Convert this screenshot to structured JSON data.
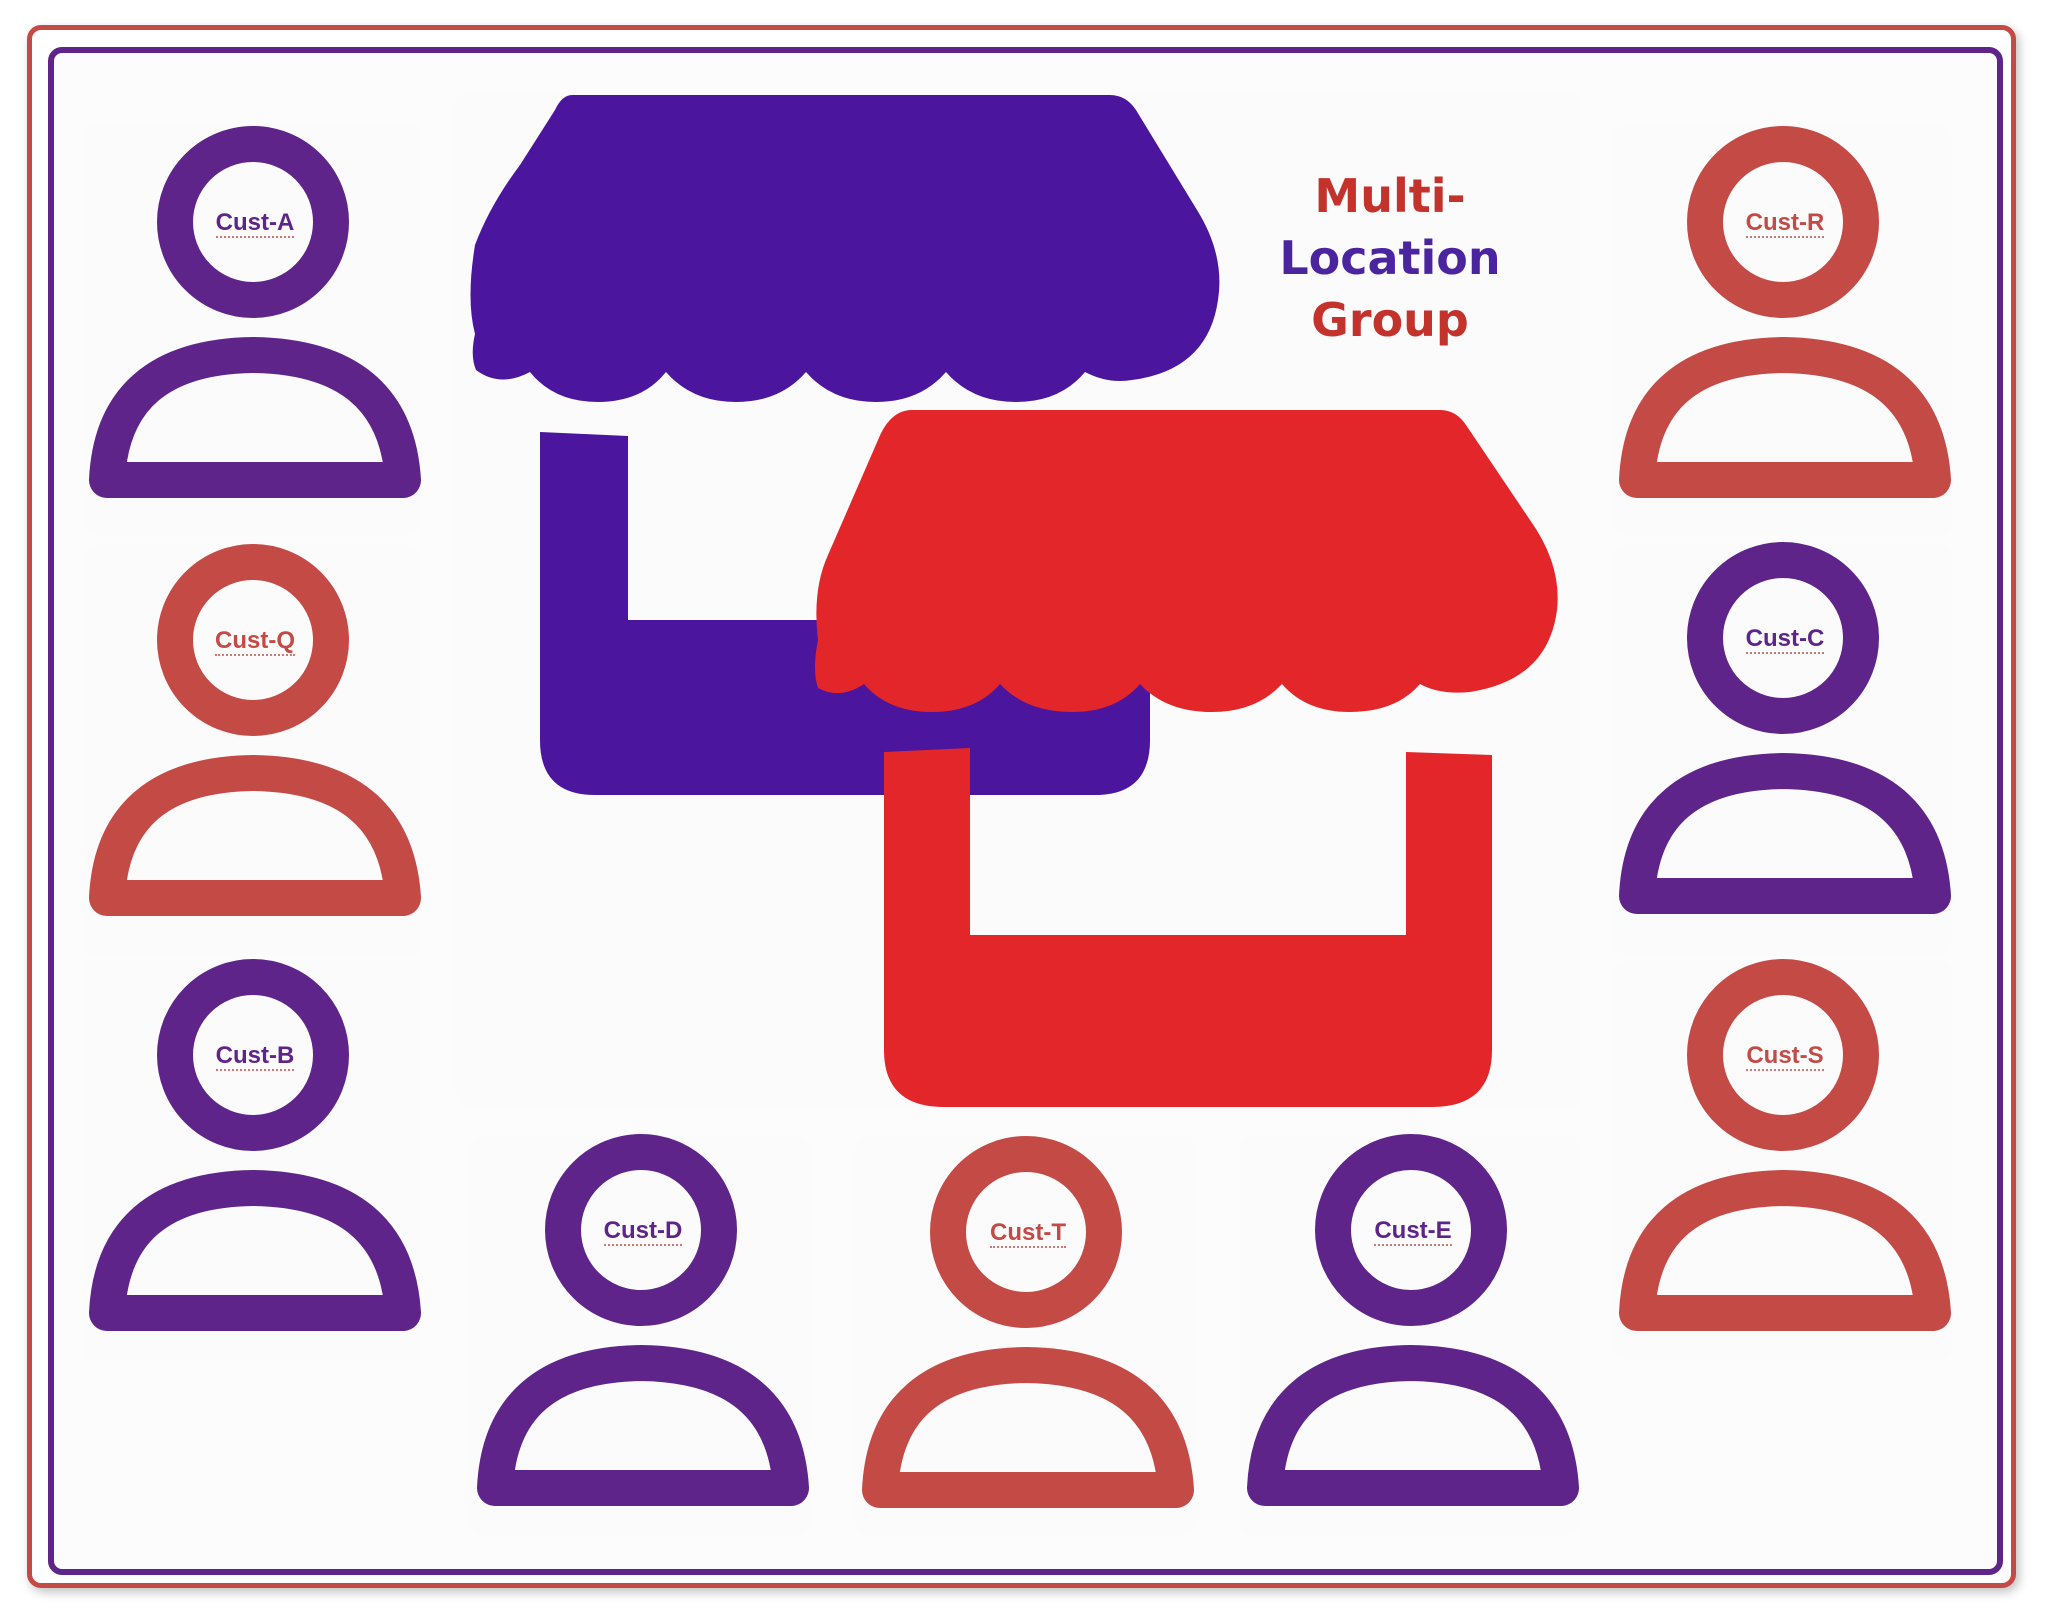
{
  "title": {
    "lines": [
      "Multi-",
      "Location",
      "Group"
    ]
  },
  "colors": {
    "purple": "#5e2489",
    "red": "#c44a46",
    "store_purple": "#4b159e",
    "store_red": "#e3262a"
  },
  "stores": [
    {
      "name": "store-purple",
      "color": "#4b159e"
    },
    {
      "name": "store-red",
      "color": "#e3262a"
    }
  ],
  "customers": [
    {
      "label": "Cust-A",
      "color": "purple"
    },
    {
      "label": "Cust-Q",
      "color": "red"
    },
    {
      "label": "Cust-B",
      "color": "purple"
    },
    {
      "label": "Cust-R",
      "color": "red"
    },
    {
      "label": "Cust-C",
      "color": "purple"
    },
    {
      "label": "Cust-S",
      "color": "red"
    },
    {
      "label": "Cust-D",
      "color": "purple"
    },
    {
      "label": "Cust-T",
      "color": "red"
    },
    {
      "label": "Cust-E",
      "color": "purple"
    }
  ]
}
